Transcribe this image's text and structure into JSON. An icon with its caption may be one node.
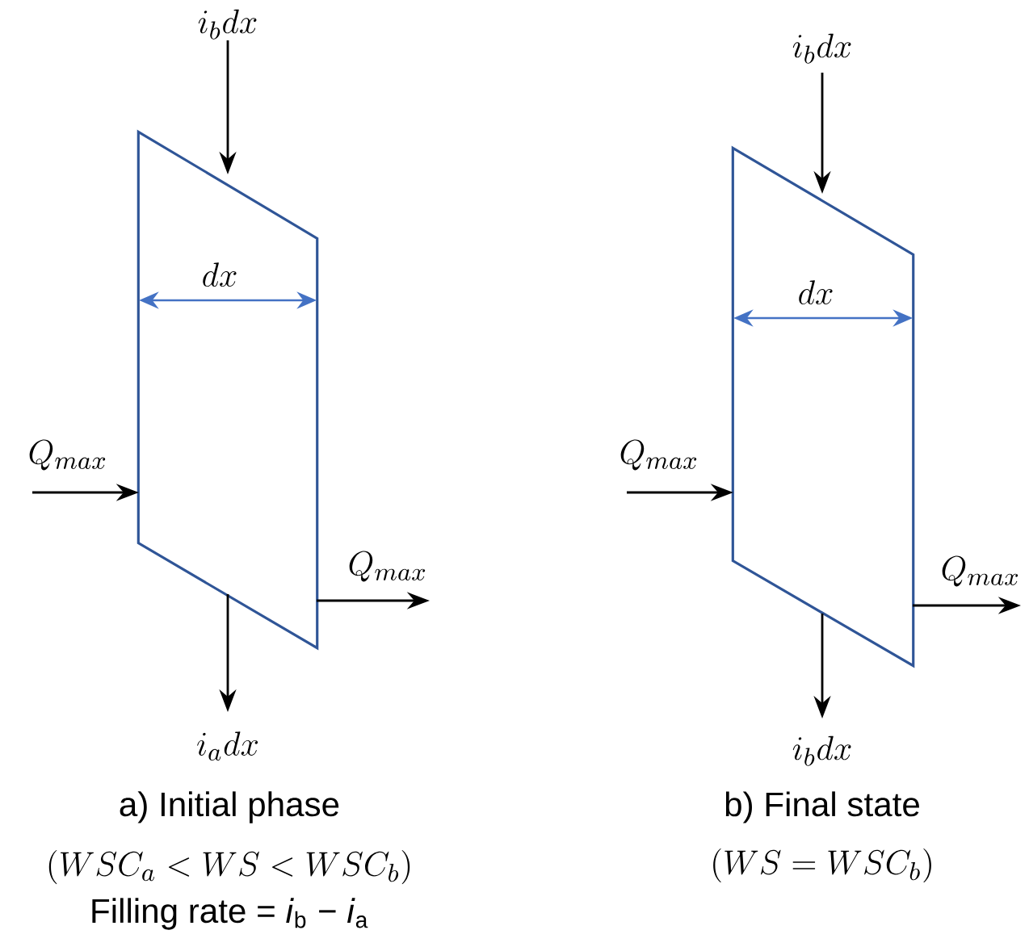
{
  "diagram": {
    "nodes": [
      {
        "text": [],
        "shape": "parallelogram"
      },
      {
        "text": [],
        "shape": "parallelogram"
      }
    ],
    "edges": [
      {
        "from": null,
        "to": 0,
        "arrow": "to",
        "label": "i_b dx"
      },
      {
        "from": null,
        "to": 0,
        "arrow": "to",
        "label": "Q_{max}"
      },
      {
        "from": 0,
        "to": null,
        "arrow": "to",
        "label": "Q_{max}"
      },
      {
        "from": 0,
        "to": null,
        "arrow": "to",
        "label": "i_a dx"
      },
      {
        "from": null,
        "to": 1,
        "arrow": "to",
        "label": "i_b dx"
      },
      {
        "from": null,
        "to": 1,
        "arrow": "to",
        "label": "Q_{max}"
      },
      {
        "from": 1,
        "to": null,
        "arrow": "to",
        "label": "Q_{max}"
      },
      {
        "from": 1,
        "to": null,
        "arrow": "to",
        "label": "i_b dx"
      }
    ],
    "labels": [
      "dx",
      "dx",
      "a) Initial phase",
      "(WSC_a < WS < WSC_b)",
      "Filling rate = *i*$_{b}$ − *i*$_{a}$",
      "b) Final state",
      "(WS = WSC_b)"
    ]
  }
}
